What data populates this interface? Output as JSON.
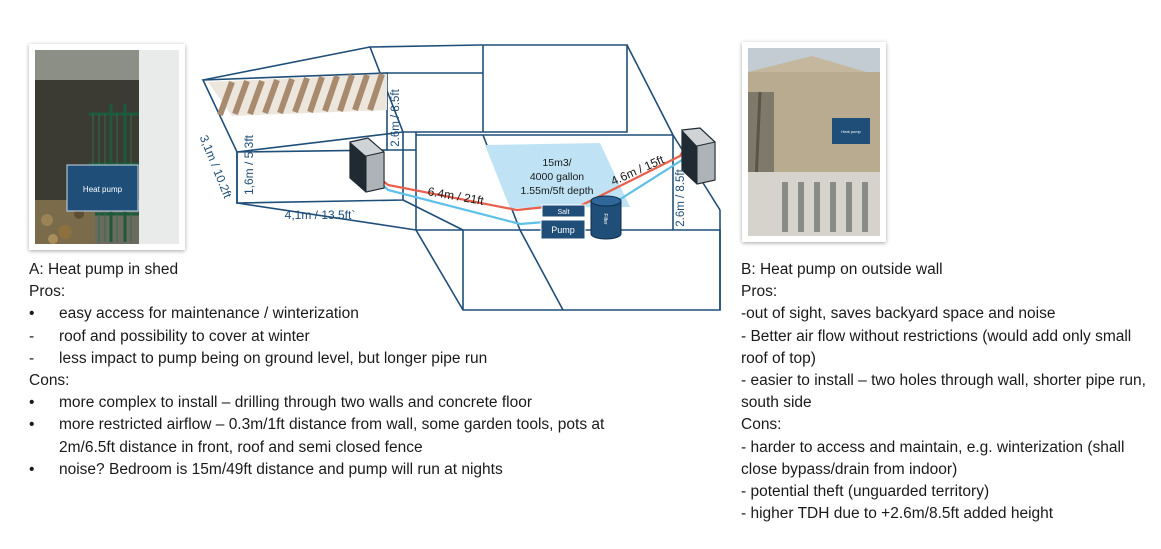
{
  "colors": {
    "frame": "#1f4e79",
    "box_fill": "#1f4e79",
    "pool": "#bfe3f4",
    "hot_pipe": "#e8604c",
    "cold_pipe": "#5fc0e8",
    "roof_slat": "#a88a6e"
  },
  "photo_a": {
    "label": "Heat pump"
  },
  "photo_b": {
    "label": "Heat pump"
  },
  "diagram": {
    "dim_shed_depth": "3,1m / 10.2ft",
    "dim_shed_height": "1,6m / 5.3ft",
    "dim_shed_width": "4,1m / 13.5ft`",
    "dim_wall_height_left": "2.6m / 8.5ft",
    "dim_wall_height_right": "2.6m / 8.5ft",
    "pipe_a": "6.4m / 21ft",
    "pipe_b": "4.6m / 15ft",
    "pool_line1": "15m3/",
    "pool_line2": "4000 gallon",
    "pool_line3": "1.55m/5ft depth",
    "salt": "Salt",
    "pump": "Pump",
    "filter": "Filter"
  },
  "option_a": {
    "title": "A: Heat pump in shed",
    "pros_heading": "Pros:",
    "pros": [
      {
        "marker": "dot",
        "text": "easy access for maintenance / winterization"
      },
      {
        "marker": "dash",
        "text": "roof and possibility to cover at winter"
      },
      {
        "marker": "dash",
        "text": "less impact to pump being on ground level, but longer pipe run"
      }
    ],
    "cons_heading": "Cons:",
    "cons": [
      {
        "marker": "dot",
        "text": "more complex to install – drilling through two walls and concrete floor"
      },
      {
        "marker": "dot",
        "text": "more restricted airflow – 0.3m/1ft distance from wall, some garden tools, pots at 2m/6.5ft distance in front, roof and semi closed fence"
      },
      {
        "marker": "dot",
        "text": "noise? Bedroom is 15m/49ft distance and pump will run at nights"
      }
    ]
  },
  "option_b": {
    "title": "B: Heat pump on outside wall",
    "pros_heading": "Pros:",
    "pros": [
      "-out of sight, saves backyard space and noise",
      "- Better air flow without restrictions (would add only small roof of top)",
      "- easier to install – two holes through wall, shorter pipe run, south side"
    ],
    "cons_heading": "Cons:",
    "cons": [
      "- harder to access and maintain, e.g. winterization (shall close bypass/drain from indoor)",
      "- potential theft (unguarded territory)",
      "- higher TDH due to +2.6m/8.5ft added height"
    ]
  }
}
